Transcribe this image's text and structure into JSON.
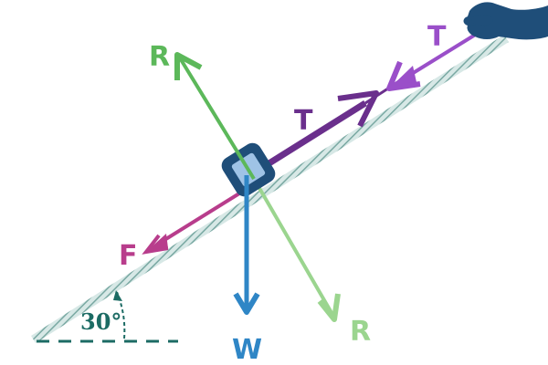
{
  "labels": {
    "tension_upper": "T",
    "tension_lower": "T",
    "reaction_upper": "R",
    "reaction_lower": "R",
    "friction": "F",
    "weight": "W",
    "angle": "30°"
  },
  "colors": {
    "incline": "#8fb8b3",
    "tension_hand": "#9a4fc9",
    "tension_block": "#6a2f8c",
    "reaction_dark": "#5cb85a",
    "reaction_light": "#9bd58f",
    "friction": "#b83d8c",
    "weight": "#2f86c6",
    "block": "#1f4e79",
    "block_inner": "#9fc3e6",
    "angle": "#1c6b64",
    "hand": "#1f4e79"
  },
  "icons": {
    "hand": "hand-icon",
    "block": "block-icon"
  }
}
